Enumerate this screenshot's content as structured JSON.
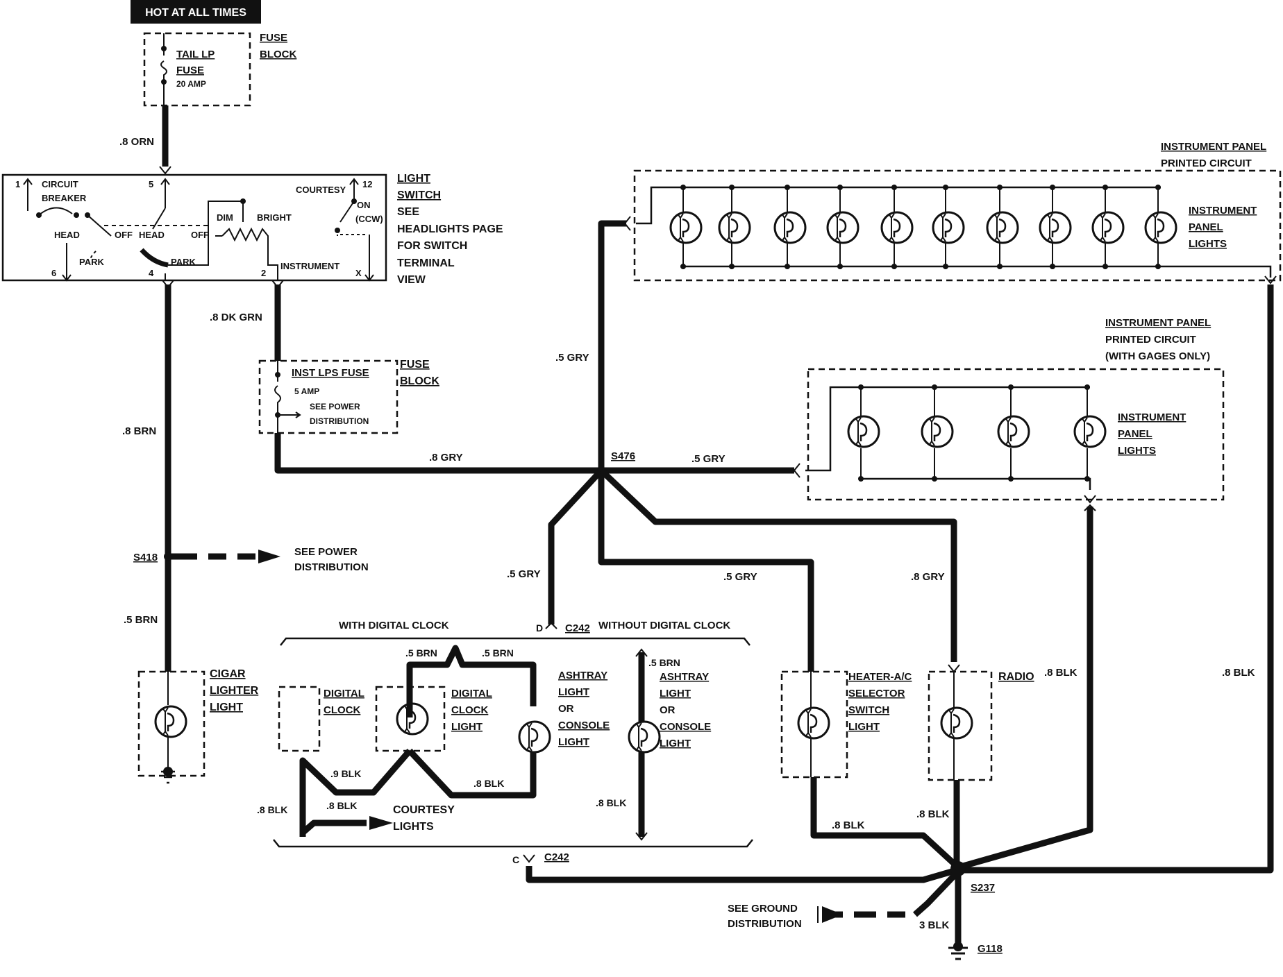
{
  "labels": {
    "hot": "HOT AT ALL TIMES",
    "fuse_block_1": "FUSE",
    "fuse_block_2": "BLOCK",
    "tail_fuse_1": "TAIL LP",
    "tail_fuse_2": "FUSE",
    "tail_fuse_3": "20 AMP",
    "orn": ".8 ORN",
    "light_switch_1": "LIGHT",
    "light_switch_2": "SWITCH",
    "light_switch_3": "SEE",
    "light_switch_4": "HEADLIGHTS PAGE",
    "light_switch_5": "FOR SWITCH",
    "light_switch_6": "TERMINAL",
    "light_switch_7": "VIEW",
    "sw_1": "1",
    "sw_circuit": "CIRCUIT",
    "sw_breaker": "BREAKER",
    "sw_5": "5",
    "sw_courtesy": "COURTESY",
    "sw_12": "12",
    "sw_on": "ON",
    "sw_ccw": "(CCW)",
    "sw_dim": "DIM",
    "sw_bright": "BRIGHT",
    "sw_head_l": "HEAD",
    "sw_off_l": "OFF",
    "sw_head_r": "HEAD",
    "sw_off_r": "OFF",
    "sw_park_l": "PARK",
    "sw_park_r": "PARK",
    "sw_6": "6",
    "sw_4": "4",
    "sw_2": "2",
    "sw_instrument": "INSTRUMENT",
    "sw_x": "X",
    "dkgrn": ".8 DK GRN",
    "inst_fuse_1": "INST LPS FUSE",
    "inst_fuse_2": "5 AMP",
    "inst_fuse_3": "SEE POWER",
    "inst_fuse_4": "DISTRIBUTION",
    "fuse_block_3": "FUSE",
    "fuse_block_4": "BLOCK",
    "brn8": ".8 BRN",
    "s418": "S418",
    "see_power_1": "SEE POWER",
    "see_power_2": "DISTRIBUTION",
    "brn5": ".5 BRN",
    "cigar_1": "CIGAR",
    "cigar_2": "LIGHTER",
    "cigar_3": "LIGHT",
    "gry5_top": ".5 GRY",
    "gry8": ".8 GRY",
    "s476": "S476",
    "gry5_mid": ".5 GRY",
    "gry5_left": ".5 GRY",
    "gry5_right": ".5 GRY",
    "gry8_radio": ".8 GRY",
    "ip1_1": "INSTRUMENT PANEL",
    "ip1_2": "PRINTED CIRCUIT",
    "ip_lights1_1": "INSTRUMENT",
    "ip_lights1_2": "PANEL",
    "ip_lights1_3": "LIGHTS",
    "ip2_1": "INSTRUMENT PANEL",
    "ip2_2": "PRINTED CIRCUIT",
    "ip2_3": "(WITH GAGES ONLY)",
    "ip_lights2_1": "INSTRUMENT",
    "ip_lights2_2": "PANEL",
    "ip_lights2_3": "LIGHTS",
    "with_clock": "WITH DIGITAL CLOCK",
    "without_clock": "WITHOUT DIGITAL CLOCK",
    "d": "D",
    "c242_top": "C242",
    "c": "C",
    "c242_bottom": "C242",
    "brn5_a": ".5 BRN",
    "brn5_b": ".5 BRN",
    "brn5_c": ".5 BRN",
    "digital_clock_1": "DIGITAL",
    "digital_clock_2": "CLOCK",
    "dc_light_1": "DIGITAL",
    "dc_light_2": "CLOCK",
    "dc_light_3": "LIGHT",
    "ash1_1": "ASHTRAY",
    "ash1_2": "LIGHT",
    "ash1_3": "OR",
    "ash1_4": "CONSOLE",
    "ash1_5": "LIGHT",
    "ash2_1": "ASHTRAY",
    "ash2_2": "LIGHT",
    "ash2_3": "OR",
    "ash2_4": "CONSOLE",
    "ash2_5": "LIGHT",
    "blk9": ".9 BLK",
    "blk8_a": ".8 BLK",
    "blk8_b": ".8 BLK",
    "blk8_c": ".8 BLK",
    "blk8_d": ".8 BLK",
    "blk8_e": ".8 BLK",
    "blk8_f": ".8 BLK",
    "blk8_g": ".8 BLK",
    "blk8_h": ".8 BLK",
    "courtesy_1": "COURTESY",
    "courtesy_2": "LIGHTS",
    "heater_1": "HEATER-A/C",
    "heater_2": "SELECTOR",
    "heater_3": "SWITCH",
    "heater_4": "LIGHT",
    "radio": "RADIO",
    "s237": "S237",
    "see_ground_1": "SEE GROUND",
    "see_ground_2": "DISTRIBUTION",
    "blk3": "3 BLK",
    "g118": "G118"
  }
}
